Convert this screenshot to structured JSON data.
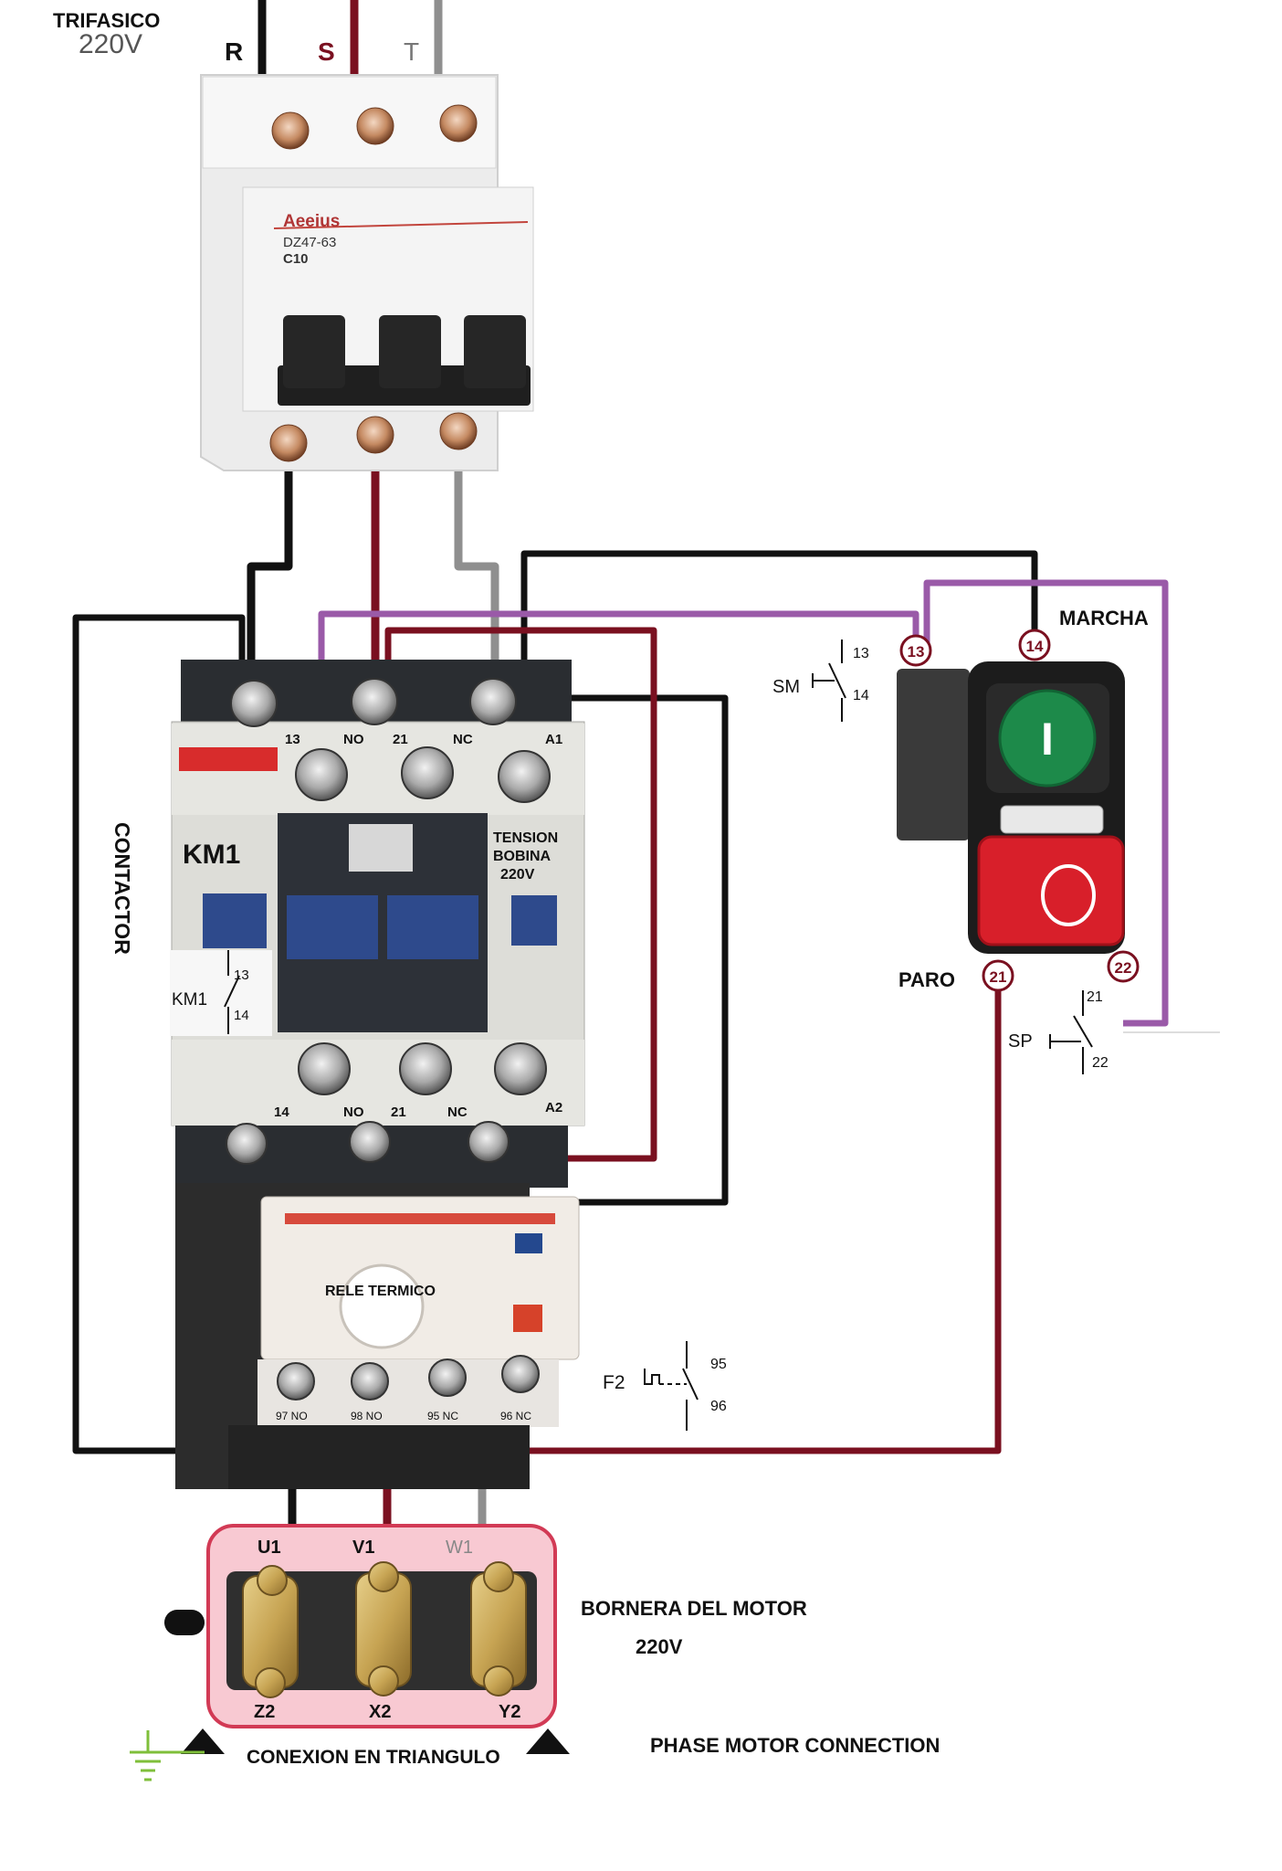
{
  "supply": {
    "title": "TRIFASICO",
    "voltage": "220V",
    "phases": [
      "R",
      "S",
      "T"
    ]
  },
  "breaker": {
    "brand": "Aeeius",
    "model": "DZ47-63",
    "rating": "C10"
  },
  "contactor": {
    "side_label": "CONTACTOR",
    "name": "KM1",
    "top_terminals": [
      "13",
      "NO",
      "21",
      "NC",
      "A1"
    ],
    "bottom_terminals": [
      "14",
      "NO",
      "21",
      "NC",
      "A2"
    ],
    "coil_label": [
      "TENSION",
      "BOBINA",
      "220V"
    ],
    "aux_symbol": {
      "name": "KM1",
      "t1": "13",
      "t2": "14"
    }
  },
  "thermal_relay": {
    "label": "RELE TERMICO",
    "terminals": [
      "97 NO",
      "98 NO",
      "95 NC",
      "96 NC"
    ],
    "symbol": {
      "name": "F2",
      "t1": "95",
      "t2": "96"
    }
  },
  "pushbutton": {
    "start_label": "MARCHA",
    "stop_label": "PARO",
    "terminals": {
      "t13": "13",
      "t14": "14",
      "t21": "21",
      "t22": "22"
    },
    "start_symbol": {
      "name": "SM",
      "t1": "13",
      "t2": "14"
    },
    "stop_symbol": {
      "name": "SP",
      "t1": "21",
      "t2": "22"
    },
    "start_glyph": "I",
    "stop_glyph": "O"
  },
  "motor": {
    "terminal_block_label": "BORNERA DEL MOTOR",
    "voltage": "220V",
    "top_terminals": [
      "U1",
      "V1",
      "W1"
    ],
    "bottom_terminals": [
      "Z2",
      "X2",
      "Y2"
    ],
    "connection_label": "CONEXION EN TRIANGULO",
    "caption": "PHASE MOTOR CONNECTION"
  },
  "colors": {
    "phase_r": "#111111",
    "phase_s": "#7a1020",
    "phase_t": "#8f8f8f",
    "control_purple": "#9a5aa8",
    "start_green": "#1d8a4a",
    "stop_red": "#d81f2a"
  }
}
